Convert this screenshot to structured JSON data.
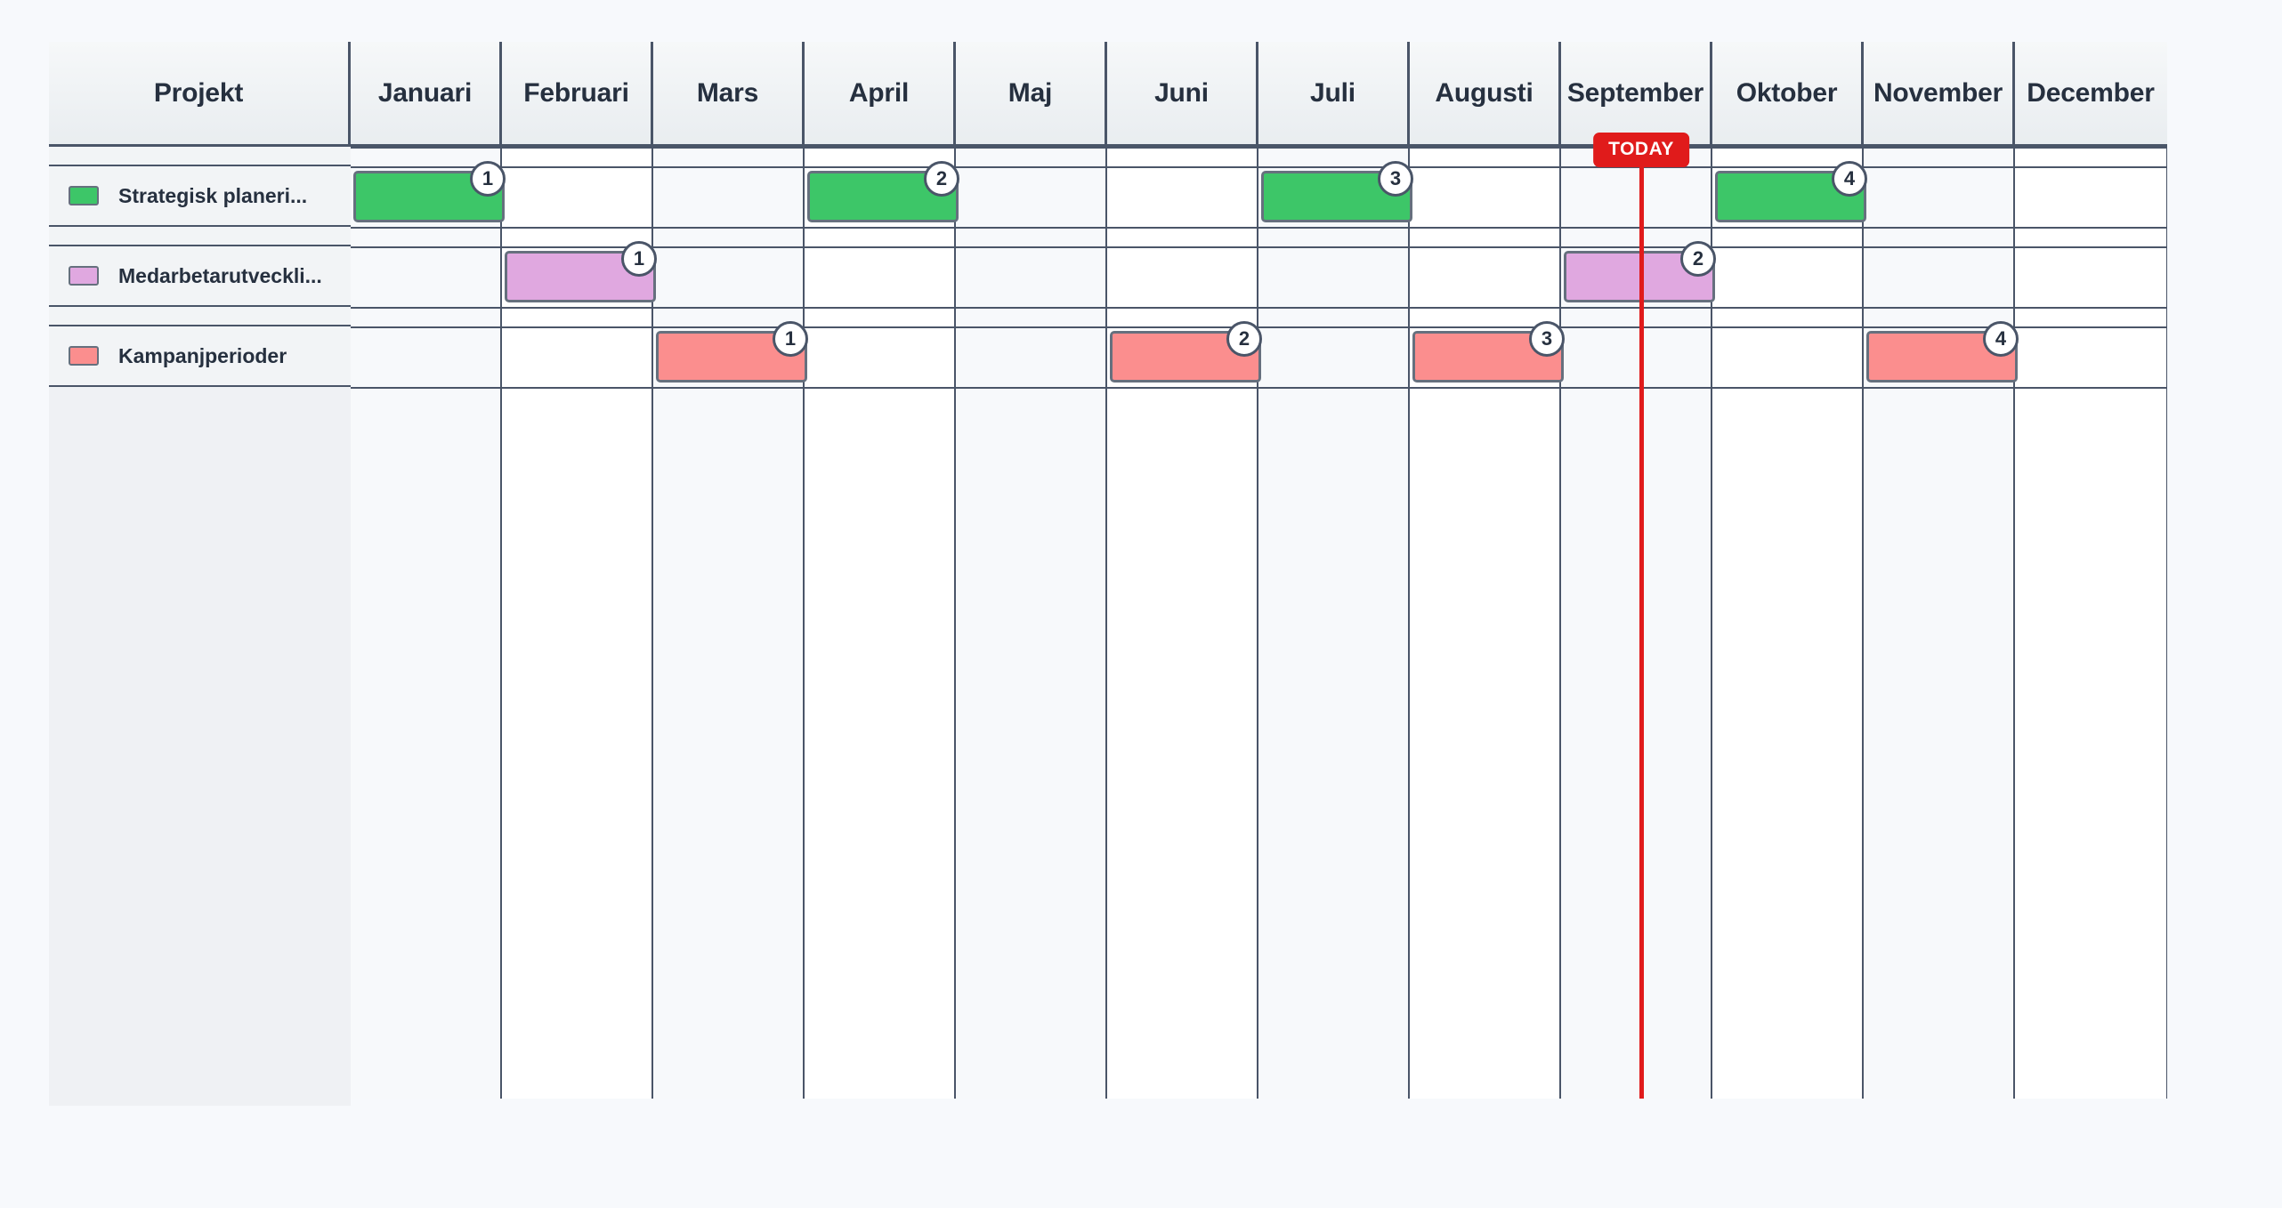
{
  "chart_data": {
    "type": "bar",
    "title": "",
    "xlabel": "",
    "ylabel": "",
    "categories": [
      "Januari",
      "Februari",
      "Mars",
      "April",
      "Maj",
      "Juni",
      "Juli",
      "Augusti",
      "September",
      "Oktober",
      "November",
      "December"
    ],
    "series": [
      {
        "name": "Strategisk planeri...",
        "color": "#3dc668",
        "values": [
          1,
          0,
          0,
          2,
          0,
          0,
          3,
          0,
          0,
          4,
          0,
          0
        ]
      },
      {
        "name": "Medarbetarutveckli...",
        "color": "#e0a8e0",
        "values": [
          0,
          1,
          0,
          0,
          0,
          0,
          0,
          0,
          2,
          0,
          0,
          0
        ]
      },
      {
        "name": "Kampanjperioder",
        "color": "#fb8e8e",
        "values": [
          0,
          0,
          1,
          0,
          0,
          2,
          0,
          3,
          0,
          0,
          4,
          0
        ]
      }
    ],
    "legend_position": "left-column",
    "grid": true,
    "today_marker": "September"
  },
  "header": {
    "project_column_label": "Projekt",
    "months": [
      "Januari",
      "Februari",
      "Mars",
      "April",
      "Maj",
      "Juni",
      "Juli",
      "Augusti",
      "September",
      "Oktober",
      "November",
      "December"
    ]
  },
  "rows": [
    {
      "label": "Strategisk planeri...",
      "color": "#3dc668",
      "bars": [
        {
          "badge": "1",
          "left": 0,
          "width": 170
        },
        {
          "badge": "2",
          "left": 510,
          "width": 170
        },
        {
          "badge": "3",
          "left": 1020,
          "width": 170
        },
        {
          "badge": "4",
          "left": 1530,
          "width": 170
        }
      ]
    },
    {
      "label": "Medarbetarutveckli...",
      "color": "#e0a8e0",
      "bars": [
        {
          "badge": "1",
          "left": 170,
          "width": 170
        },
        {
          "badge": "2",
          "left": 1360,
          "width": 170
        }
      ]
    },
    {
      "label": "Kampanjperioder",
      "color": "#fb8e8e",
      "bars": [
        {
          "badge": "1",
          "left": 340,
          "width": 170
        },
        {
          "badge": "2",
          "left": 850,
          "width": 170
        },
        {
          "badge": "3",
          "left": 1190,
          "width": 170
        },
        {
          "badge": "4",
          "left": 1700,
          "width": 170
        }
      ]
    }
  ],
  "today": {
    "label": "TODAY",
    "color": "#e01b1b",
    "month": "September",
    "offset_in_timeline": 1445
  },
  "colors": {
    "border": "#4a5568",
    "page_background": "#f7f9fc",
    "header_background": "#eef1f4",
    "sidebar_background": "#eff1f4",
    "column_alt": "#f7f9fb"
  }
}
